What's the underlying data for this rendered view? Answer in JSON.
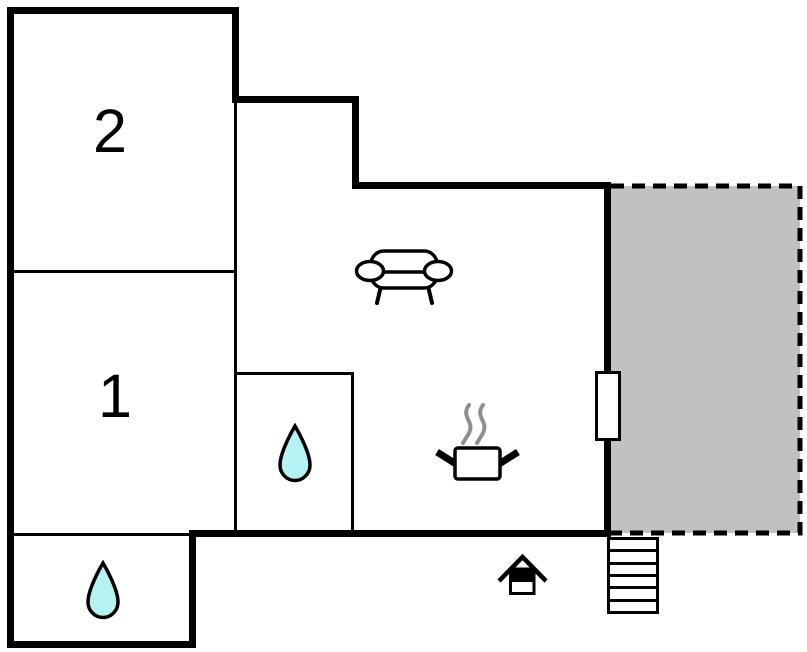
{
  "rooms": [
    {
      "id": "bedroom-2",
      "label": "2"
    },
    {
      "id": "bedroom-1",
      "label": "1"
    }
  ],
  "features": {
    "living_room_icon": "sofa-icon",
    "kitchen_icon": "cooking-pot-steam-icon",
    "bathroom_icon": "water-drop-icon",
    "utility_room_icon": "water-drop-icon",
    "entrance_icon": "house-icon",
    "stairs_steps": 6,
    "terrace_style": "gray dashed outline"
  },
  "colors": {
    "wall": "#000000",
    "terrace-fill": "#c1c1c1",
    "water": "#b5f2f2",
    "steam": "#8f8f8f",
    "background": "#ffffff"
  }
}
